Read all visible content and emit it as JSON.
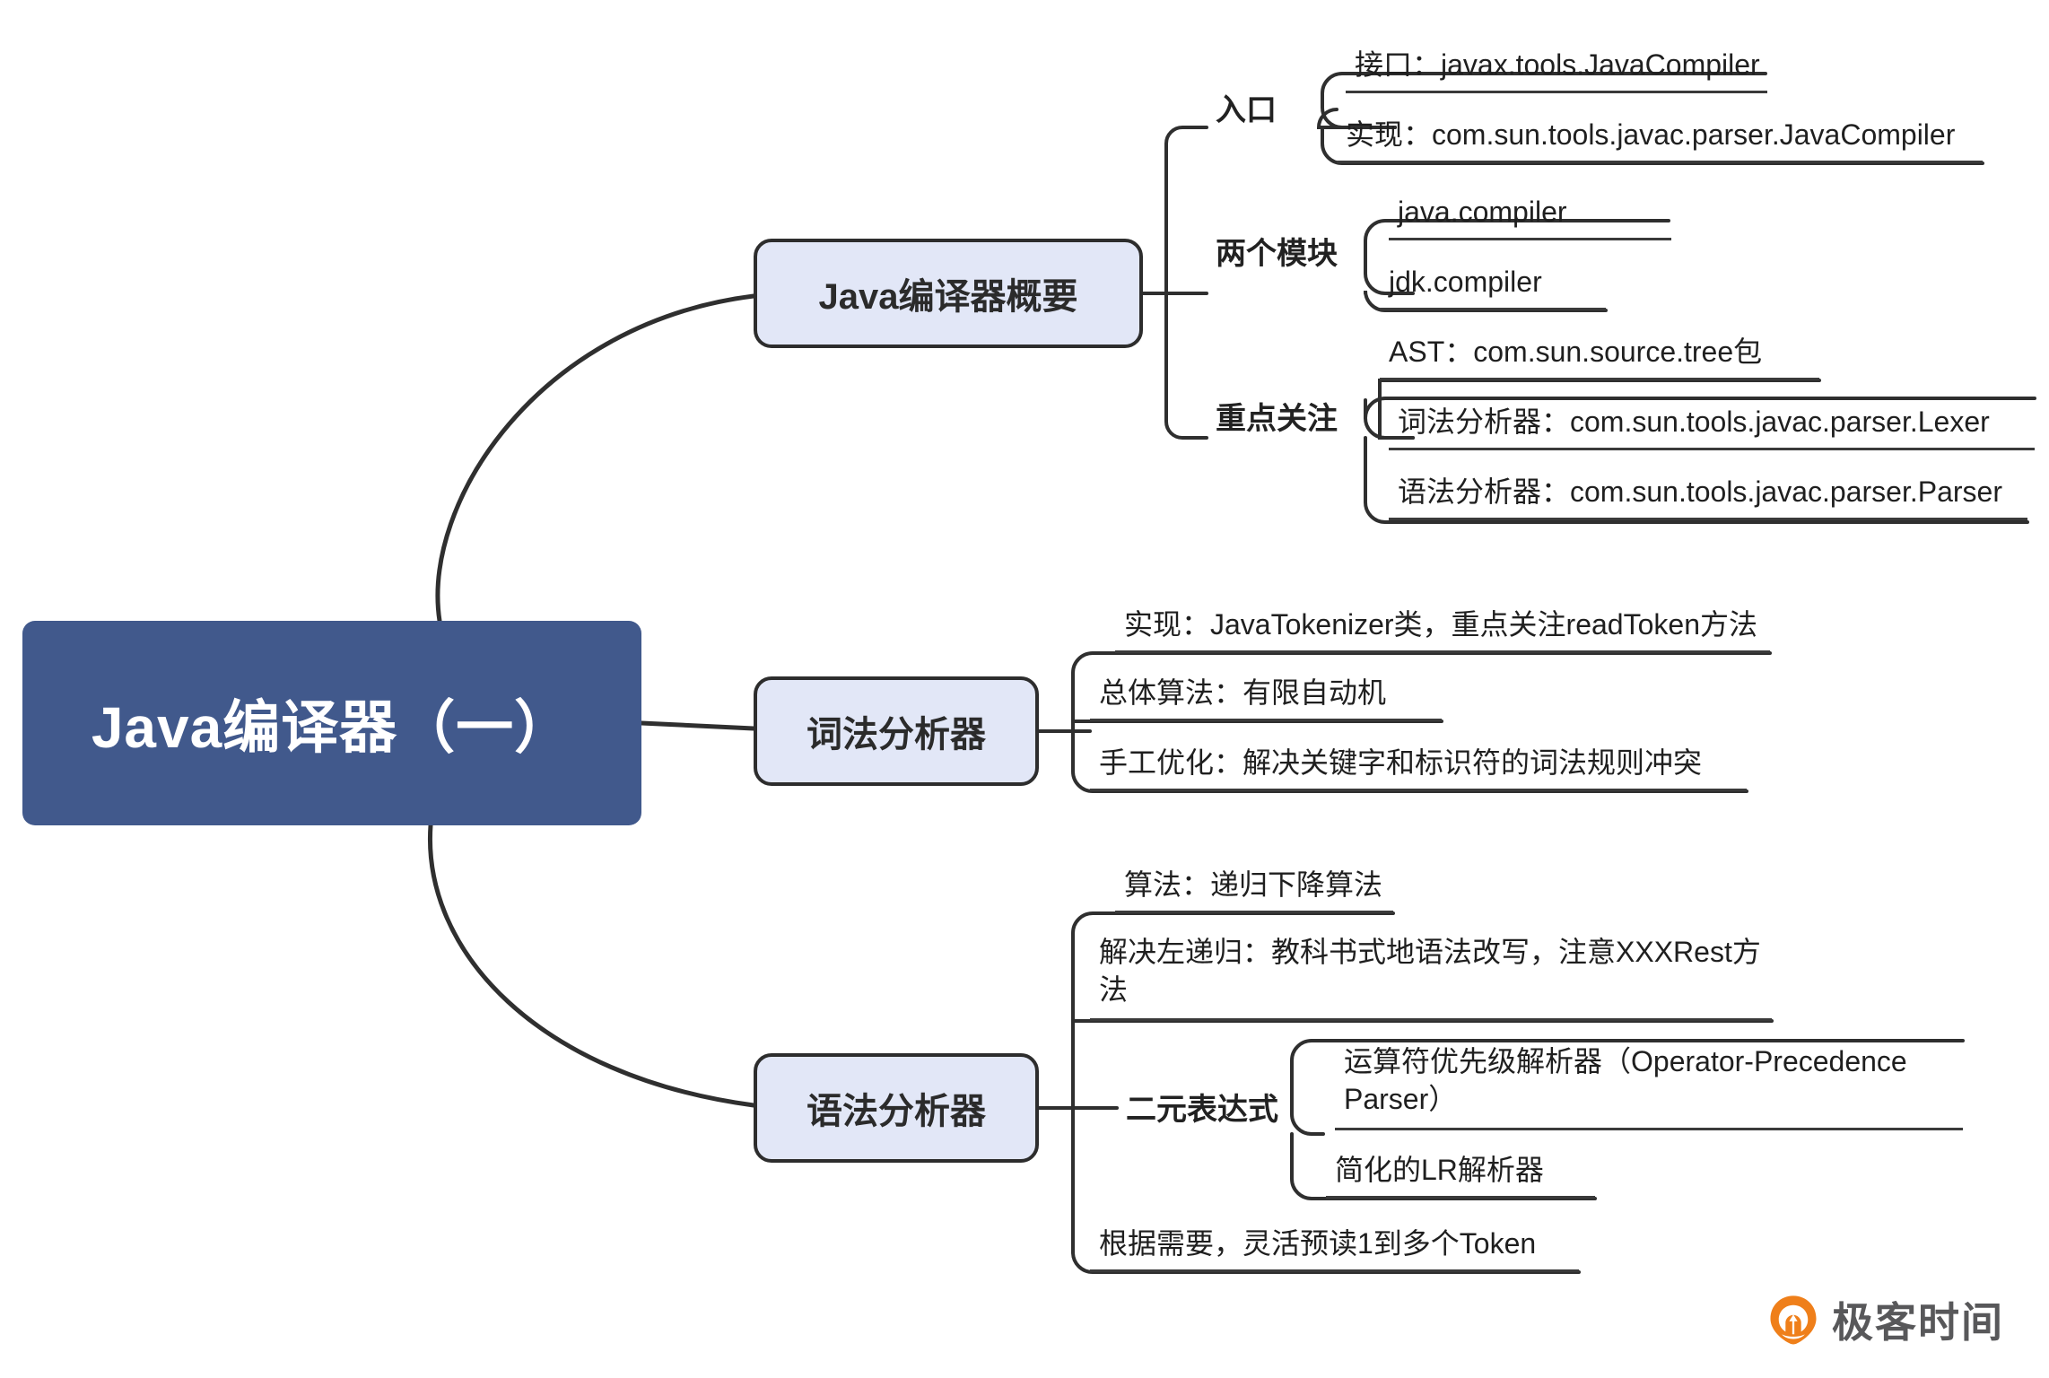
{
  "root": {
    "label": "Java编译器（一）",
    "color": "#41598c",
    "text_color": "#ffffff"
  },
  "theme": {
    "level1_fill": "#e2e7f7",
    "level1_border": "#2d2d2d",
    "connector_color": "#2f2f2f",
    "text_color": "#1f1f1f",
    "background": "#ffffff"
  },
  "branches": [
    {
      "label": "Java编译器概要",
      "children": [
        {
          "label": "入口",
          "children": [
            {
              "label": "接口：javax.tools.JavaCompiler"
            },
            {
              "label": "实现：com.sun.tools.javac.parser.JavaCompiler"
            }
          ]
        },
        {
          "label": "两个模块",
          "children": [
            {
              "label": "java.compiler"
            },
            {
              "label": "jdk.compiler"
            }
          ]
        },
        {
          "label": "重点关注",
          "children": [
            {
              "label": "AST：com.sun.source.tree包"
            },
            {
              "label": "词法分析器：com.sun.tools.javac.parser.Lexer"
            },
            {
              "label": "语法分析器：com.sun.tools.javac.parser.Parser"
            }
          ]
        }
      ]
    },
    {
      "label": "词法分析器",
      "children": [
        {
          "label": "实现：JavaTokenizer类，重点关注readToken方法"
        },
        {
          "label": "总体算法：有限自动机"
        },
        {
          "label": "手工优化：解决关键字和标识符的词法规则冲突"
        }
      ]
    },
    {
      "label": "语法分析器",
      "children": [
        {
          "label": "算法：递归下降算法"
        },
        {
          "label": "解决左递归：教科书式地语法改写，注意XXXRest方法"
        },
        {
          "label": "二元表达式",
          "children": [
            {
              "label": "运算符优先级解析器（Operator-Precedence Parser）"
            },
            {
              "label": "简化的LR解析器"
            }
          ]
        },
        {
          "label": "根据需要，灵活预读1到多个Token"
        }
      ]
    }
  ],
  "logo": {
    "wordmark": "极客时间",
    "mark_color": "#ef7f1a",
    "wordmark_color": "#58585a",
    "icon": "geektime-pin-icon"
  }
}
